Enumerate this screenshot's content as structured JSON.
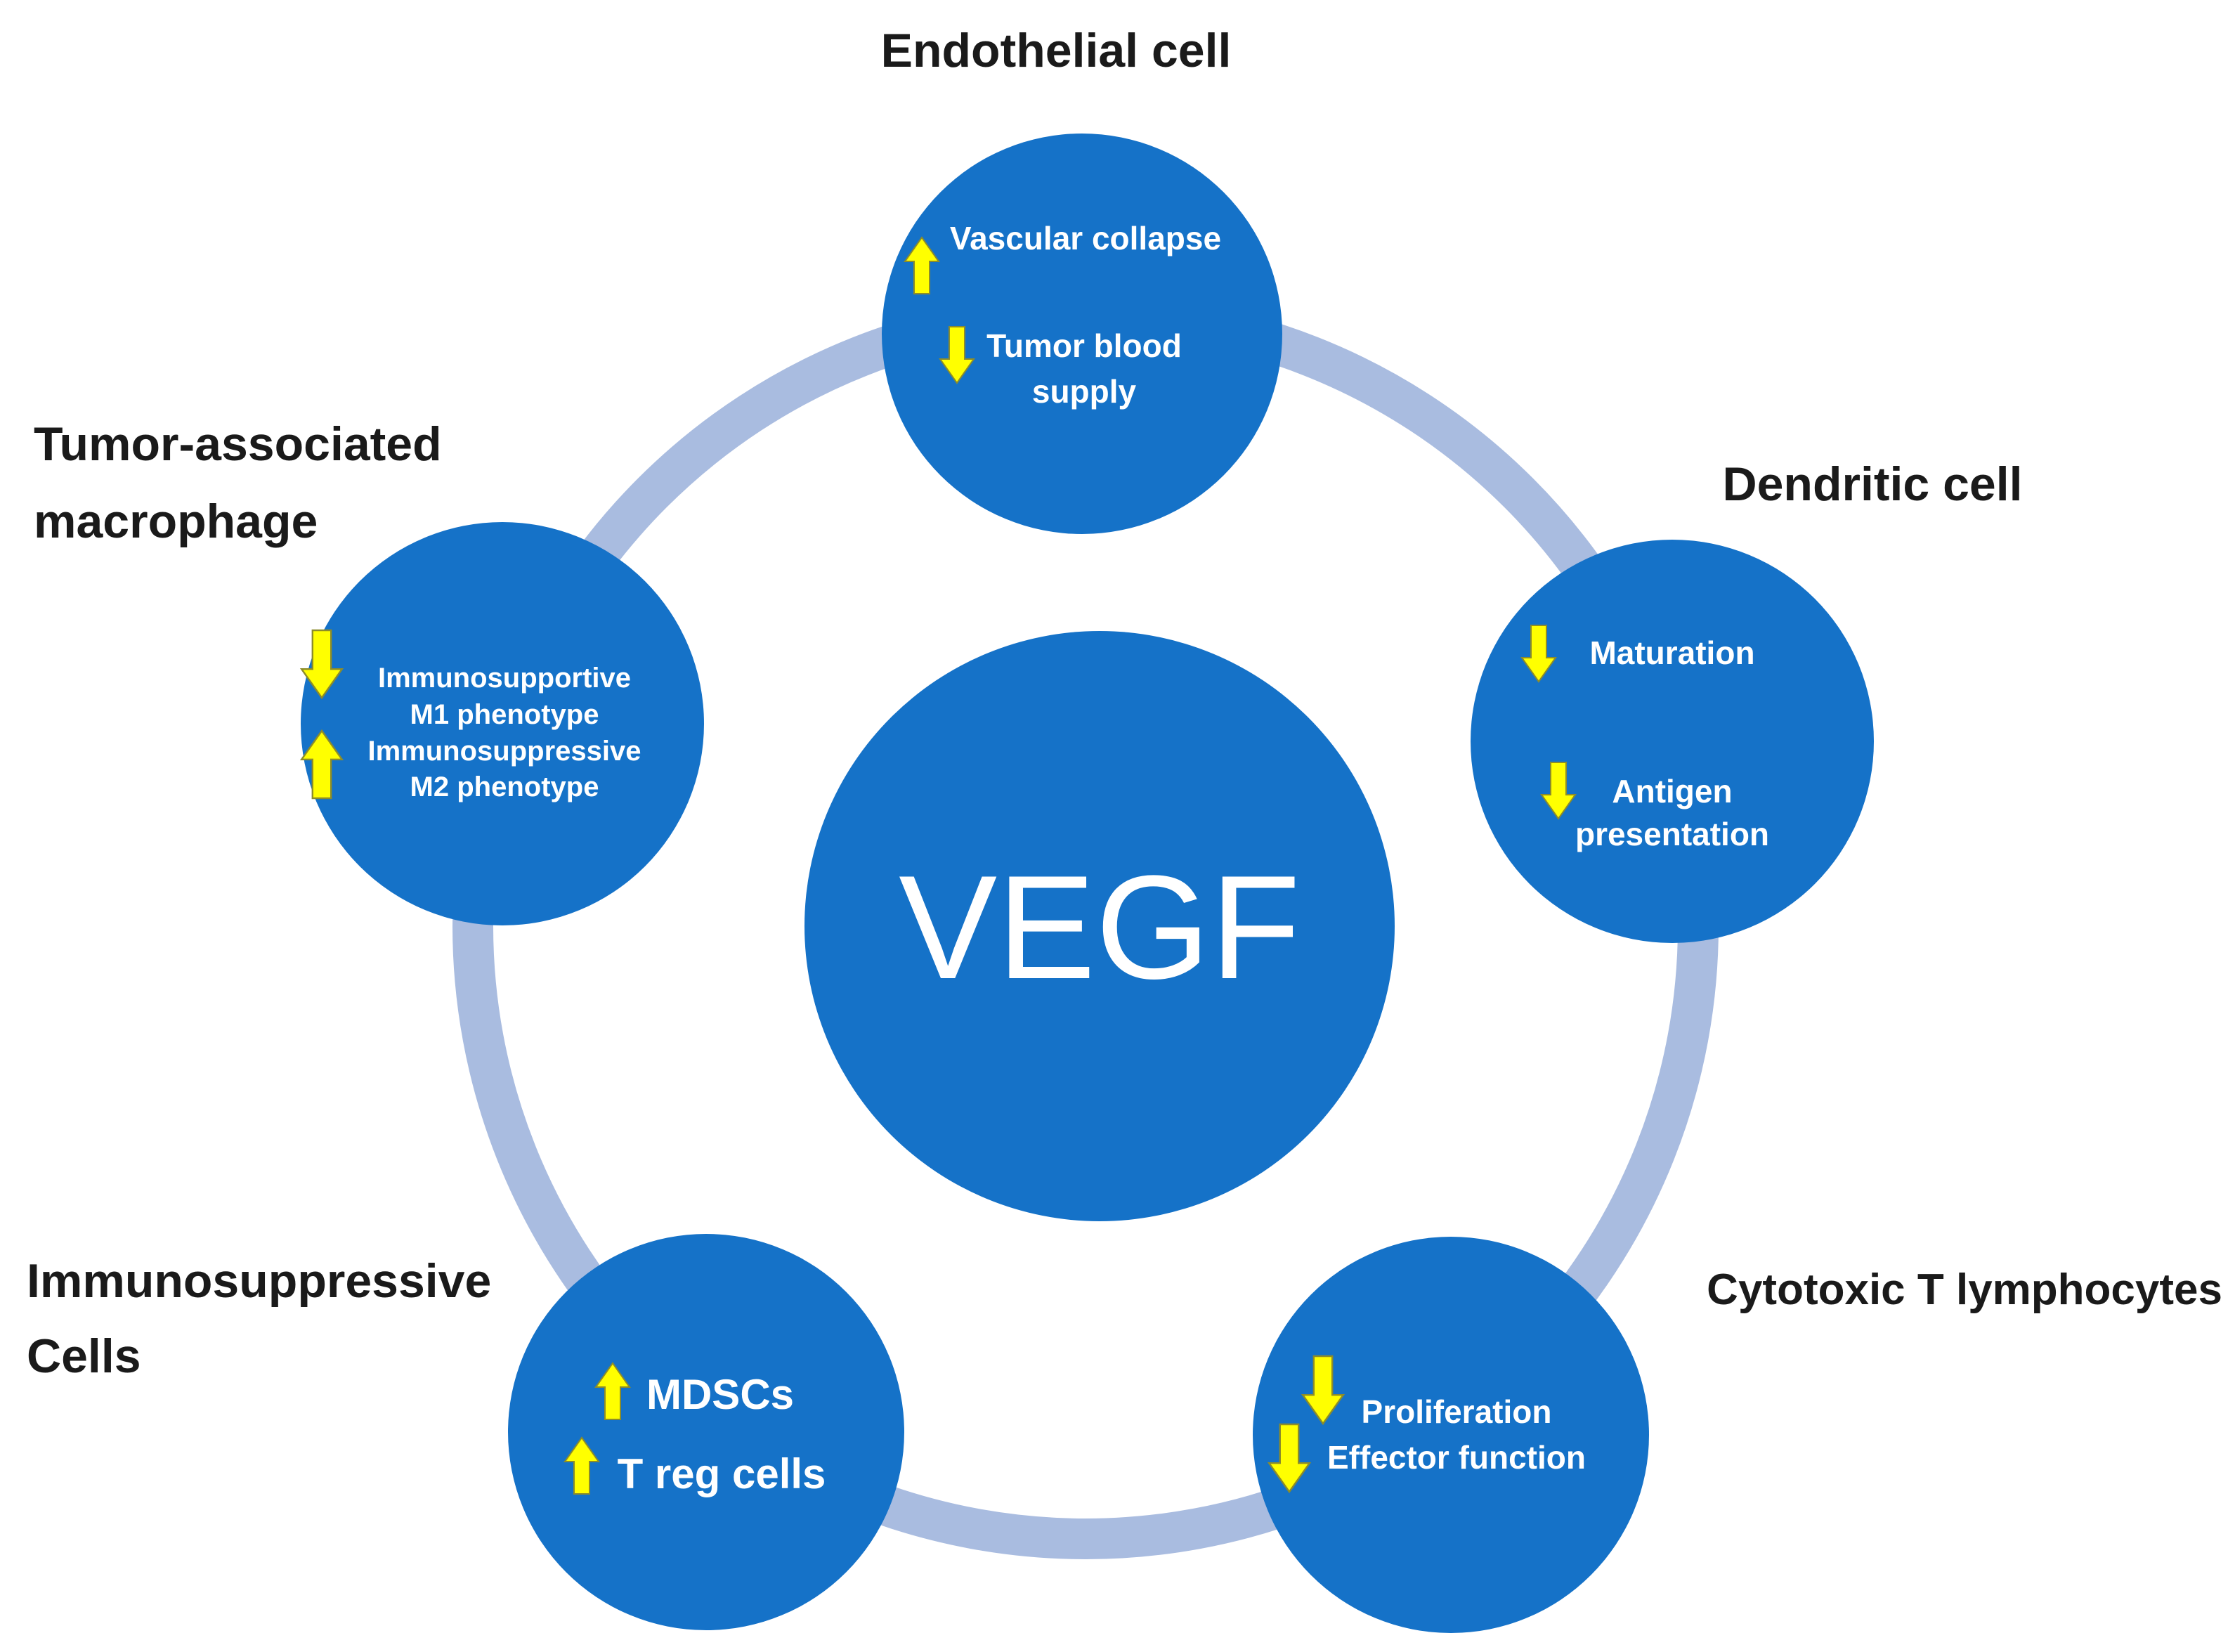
{
  "center": {
    "label": "VEGF"
  },
  "nodes": {
    "endothelial": {
      "title": "Endothelial cell",
      "effects": [
        {
          "direction": "up",
          "label": "Vascular collapse"
        },
        {
          "direction": "down",
          "label_lines": [
            "Tumor blood",
            "supply"
          ]
        }
      ]
    },
    "dendritic": {
      "title": "Dendritic cell",
      "effects": [
        {
          "direction": "down",
          "label": "Maturation"
        },
        {
          "direction": "down",
          "label_lines": [
            "Antigen",
            "presentation"
          ]
        }
      ]
    },
    "ctl": {
      "title": "Cytotoxic T lymphocytes",
      "effects": [
        {
          "direction": "down",
          "label": "Proliferation"
        },
        {
          "direction": "down",
          "label": "Effector function"
        }
      ]
    },
    "suppressive": {
      "title_lines": [
        "Immunosuppressive",
        "Cells"
      ],
      "effects": [
        {
          "direction": "up",
          "label": "MDSCs"
        },
        {
          "direction": "up",
          "label": "T reg cells"
        }
      ]
    },
    "tam": {
      "title_lines": [
        "Tumor-associated",
        "macrophage"
      ],
      "effects": [
        {
          "direction": "down",
          "label_lines": [
            "Immunosupportive",
            "M1 phenotype"
          ]
        },
        {
          "direction": "up",
          "label_lines": [
            "Immunosuppressive",
            "M2 phenotype"
          ]
        }
      ]
    }
  },
  "colors": {
    "node_fill": "#1572C8",
    "ring": "#A9BCE0",
    "arrow_fill": "#FFFF00",
    "arrow_stroke": "#8C8C2A",
    "title_text": "#1a1a1a",
    "node_text": "#FFFFFF"
  }
}
